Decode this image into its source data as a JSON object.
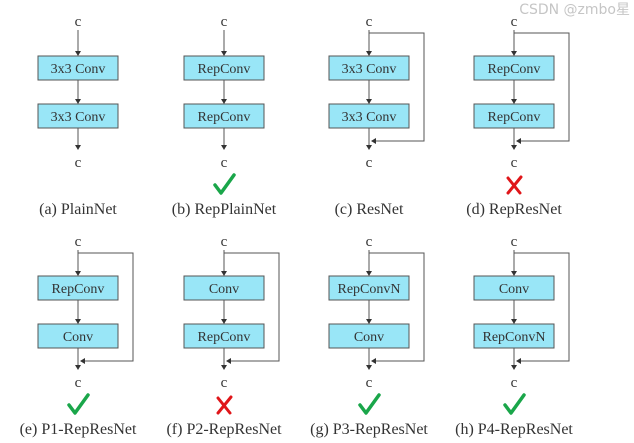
{
  "colors": {
    "block_fill": "#99e6f7",
    "block_stroke": "#555555",
    "line": "#555555",
    "check": "#1aa64a",
    "cross": "#e0161a"
  },
  "diagrams": [
    {
      "input": "c",
      "output": "c",
      "blocks": [
        "3x3 Conv",
        "3x3 Conv"
      ],
      "residual": false,
      "mark": "none",
      "caption": "(a) PlainNet"
    },
    {
      "input": "c",
      "output": "c",
      "blocks": [
        "RepConv",
        "RepConv"
      ],
      "residual": false,
      "mark": "check",
      "caption": "(b) RepPlainNet"
    },
    {
      "input": "c",
      "output": "c",
      "blocks": [
        "3x3 Conv",
        "3x3 Conv"
      ],
      "residual": true,
      "mark": "none",
      "caption": "(c) ResNet"
    },
    {
      "input": "c",
      "output": "c",
      "blocks": [
        "RepConv",
        "RepConv"
      ],
      "residual": true,
      "mark": "cross",
      "caption": "(d) RepResNet"
    },
    {
      "input": "c",
      "output": "c",
      "blocks": [
        "RepConv",
        "Conv"
      ],
      "residual": true,
      "mark": "check",
      "caption": "(e) P1-RepResNet"
    },
    {
      "input": "c",
      "output": "c",
      "blocks": [
        "Conv",
        "RepConv"
      ],
      "residual": true,
      "mark": "cross",
      "caption": "(f) P2-RepResNet"
    },
    {
      "input": "c",
      "output": "c",
      "blocks": [
        "RepConvN",
        "Conv"
      ],
      "residual": true,
      "mark": "check",
      "caption": "(g) P3-RepResNet"
    },
    {
      "input": "c",
      "output": "c",
      "blocks": [
        "Conv",
        "RepConvN"
      ],
      "residual": true,
      "mark": "check",
      "caption": "(h) P4-RepResNet"
    }
  ],
  "watermark": "CSDN @zmbo星"
}
